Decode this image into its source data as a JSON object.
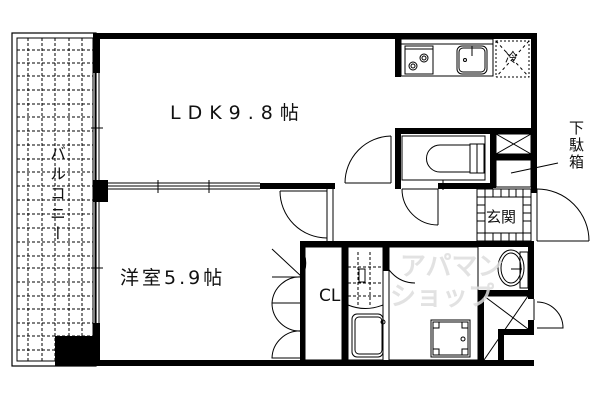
{
  "plan": {
    "rooms": {
      "ldk": "LDK9.8帖",
      "western": "洋室5.9帖",
      "closet": "CL",
      "balcony": "バルコニー",
      "genkan": "玄関",
      "shoe_box": "下駄箱",
      "fridge": "冷"
    },
    "watermark": {
      "line1": "アパマン",
      "line2": "ショップ"
    },
    "colors": {
      "wall": "#000000",
      "background": "#ffffff",
      "watermark": "#dddddd"
    }
  }
}
